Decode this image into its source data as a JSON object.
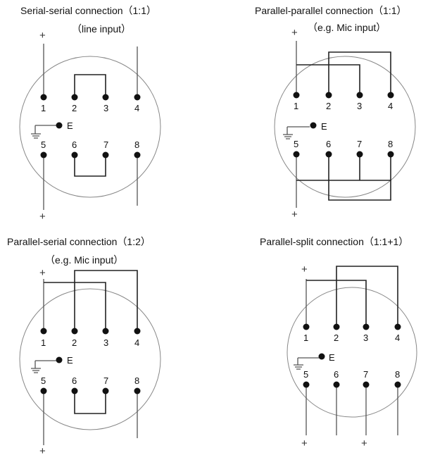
{
  "panels": [
    {
      "id": "serial-serial",
      "title_line1": "Serial-serial connection（1:1）",
      "title_line2": "（line input）"
    },
    {
      "id": "parallel-parallel",
      "title_line1": "Parallel-parallel connection（1:1）",
      "title_line2": "（e.g. Mic input）"
    },
    {
      "id": "parallel-serial",
      "title_line1": "Parallel-serial connection（1:2）",
      "title_line2": "（e.g. Mic input）"
    },
    {
      "id": "parallel-split",
      "title_line1": "Parallel-split connection（1:1+1）",
      "title_line2": ""
    }
  ],
  "pins": {
    "p1": "1",
    "p2": "2",
    "p3": "3",
    "p4": "4",
    "p5": "5",
    "p6": "6",
    "p7": "7",
    "p8": "8",
    "ground": "E"
  },
  "plus": "+"
}
